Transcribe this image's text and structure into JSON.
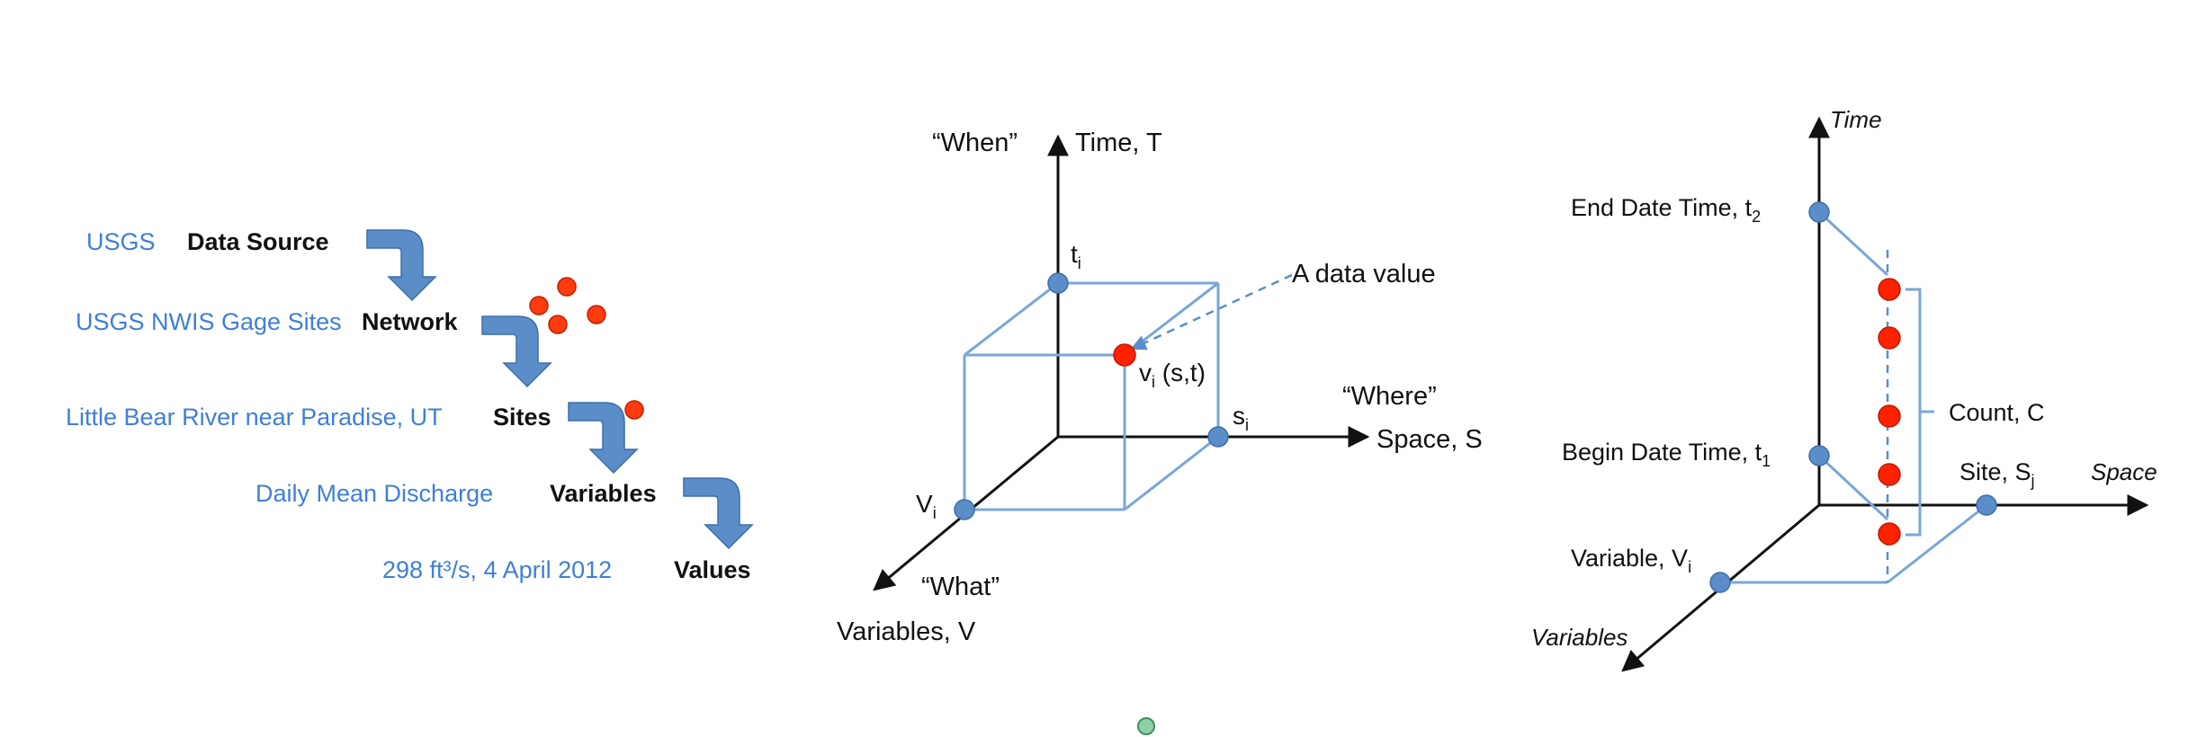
{
  "hierarchy": {
    "rows": [
      {
        "example": "USGS",
        "level": "Data Source"
      },
      {
        "example": "USGS NWIS Gage Sites",
        "level": "Network"
      },
      {
        "example": "Little Bear River near Paradise, UT",
        "level": "Sites"
      },
      {
        "example": "Daily Mean Discharge",
        "level": "Variables"
      },
      {
        "example": "298 ft³/s, 4 April 2012",
        "level": "Values"
      }
    ]
  },
  "cube": {
    "when": "“When”",
    "time_axis": "Time, T",
    "where": "“Where”",
    "space_axis": "Space, S",
    "what": "“What”",
    "variables_axis": "Variables, V",
    "t_main": "t",
    "t_sub": "i",
    "s_main": "s",
    "s_sub": "i",
    "V_main": "V",
    "V_sub": "i",
    "v_main": "v",
    "v_sub": "i",
    "v_args": " (s,t)",
    "data_value": "A data value"
  },
  "series": {
    "time_axis": "Time",
    "space_axis": "Space",
    "variables_axis": "Variables",
    "end_main": "End Date Time, t",
    "end_sub": "2",
    "begin_main": "Begin Date Time, t",
    "begin_sub": "1",
    "variable_main": "Variable, V",
    "variable_sub": "i",
    "site_main": "Site, S",
    "site_sub": "j",
    "count": "Count, C"
  },
  "colors": {
    "blue_text": "#3f7fd6",
    "arrow_fill": "#5b8ec8",
    "node": "#5b8ec8",
    "data_point": "#ff2200",
    "line": "#7aa6d8"
  }
}
